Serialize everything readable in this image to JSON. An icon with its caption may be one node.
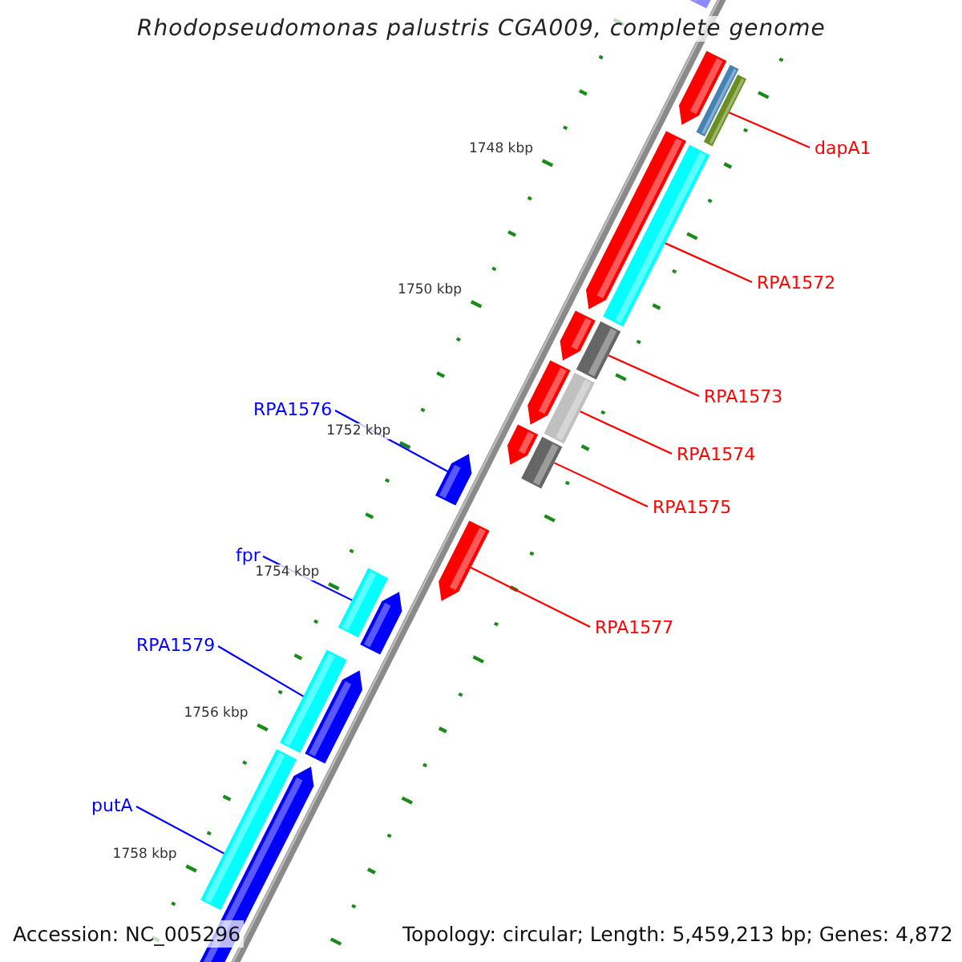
{
  "diagram": {
    "title": "Rhodopseudomonas palustris CGA009, complete genome",
    "nodes": [
      {
        "text": [
          "dapA1"
        ]
      },
      {
        "text": [
          "RPA1572"
        ]
      },
      {
        "text": [
          "RPA1573"
        ]
      },
      {
        "text": [
          "RPA1574"
        ]
      },
      {
        "text": [
          "RPA1575"
        ]
      },
      {
        "text": [
          "RPA1577"
        ]
      },
      {
        "text": [
          "RPA1576"
        ]
      },
      {
        "text": [
          "fpr"
        ]
      },
      {
        "text": [
          "RPA1579"
        ]
      },
      {
        "text": [
          "putA"
        ]
      },
      {
        "text": [],
        "shape": "bar"
      },
      {
        "text": [],
        "shape": "bar"
      },
      {
        "text": [],
        "shape": "bar"
      },
      {
        "text": [],
        "shape": "bar"
      },
      {
        "text": [],
        "shape": "bar"
      },
      {
        "text": [],
        "shape": "arrow"
      },
      {
        "text": [],
        "shape": "arrow"
      },
      {
        "text": [],
        "shape": "bar"
      },
      {
        "text": [],
        "shape": "bar"
      },
      {
        "text": [],
        "shape": "bar"
      }
    ],
    "edges": [
      {
        "from": 0,
        "to": 10,
        "arrow": "none",
        "color": "#ff0000"
      },
      {
        "from": 1,
        "to": 11,
        "arrow": "none",
        "color": "#ff0000"
      },
      {
        "from": 2,
        "to": 12,
        "arrow": "none",
        "color": "#ff0000"
      },
      {
        "from": 3,
        "to": 13,
        "arrow": "none",
        "color": "#ff0000"
      },
      {
        "from": 4,
        "to": 14,
        "arrow": "none",
        "color": "#ff0000"
      },
      {
        "from": 5,
        "to": 16,
        "arrow": "none",
        "color": "#ff0000"
      },
      {
        "from": 6,
        "to": 15,
        "arrow": "none",
        "color": "#0000ff"
      },
      {
        "from": 7,
        "to": 17,
        "arrow": "none",
        "color": "#0000ff"
      },
      {
        "from": 8,
        "to": 18,
        "arrow": "none",
        "color": "#0000ff"
      },
      {
        "from": 9,
        "to": 19,
        "arrow": "none",
        "color": "#0000ff"
      }
    ],
    "labels": [
      "1748 kbp",
      "1750 kbp",
      "1752 kbp",
      "1754 kbp",
      "1756 kbp",
      "1758 kbp",
      "Accession: NC_005296",
      "Topology: circular; Length: 5,459,213 bp; Genes: 4,872"
    ]
  }
}
